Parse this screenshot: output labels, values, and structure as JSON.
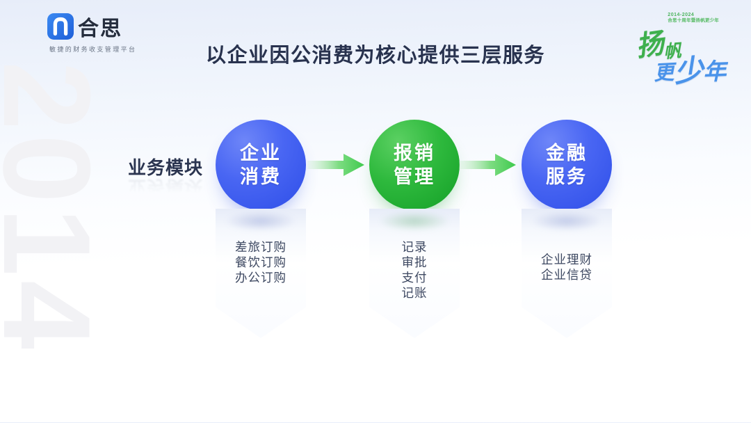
{
  "brand": {
    "name": "合思",
    "tagline": "敏捷的财务收支管理平台"
  },
  "anniversary": {
    "period": "2014-2024",
    "caption": "合思十周年暨扬帆更少年",
    "slogan_chars": [
      "扬",
      "帆",
      "更",
      "少",
      "年"
    ]
  },
  "title": "以企业因公消费为核心提供三层服务",
  "watermark": "2014",
  "diagram": {
    "row_label": "业务模块",
    "modules": [
      {
        "theme": "blue",
        "label_lines": [
          "企业",
          "消费"
        ],
        "items": [
          "差旅订购",
          "餐饮订购",
          "办公订购"
        ]
      },
      {
        "theme": "green",
        "label_lines": [
          "报销",
          "管理"
        ],
        "items": [
          "记录",
          "审批",
          "支付",
          "记账"
        ]
      },
      {
        "theme": "blue",
        "label_lines": [
          "金融",
          "服务"
        ],
        "items": [
          "企业理财",
          "企业信贷"
        ]
      }
    ]
  },
  "colors": {
    "circle_blue": "#3b5bf0",
    "circle_green": "#2eb93d",
    "arrow_green": "#3fca4e",
    "title_text": "#28324e",
    "body_text": "#3d4861",
    "logo_blue": "#2e7ae8",
    "slogan_green": "#3eb04d",
    "slogan_blue": "#4a93ea"
  }
}
